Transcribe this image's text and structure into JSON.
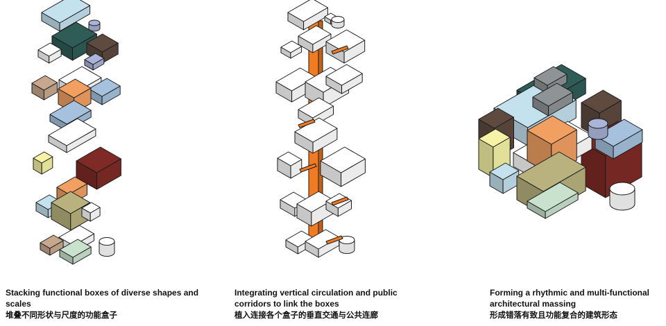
{
  "panels": [
    {
      "caption_en": "Stacking functional boxes of diverse shapes and scales",
      "caption_zh": "堆叠不同形状与尺度的功能盒子"
    },
    {
      "caption_en": "Integrating vertical circulation and public corridors to link the boxes",
      "caption_zh": "植入连接各个盒子的垂直交通与公共连廊"
    },
    {
      "caption_en": "Forming a rhythmic and multi-functional architectural massing",
      "caption_zh": "形成错落有致且功能复合的建筑形态"
    }
  ],
  "colors": {
    "outline": "#1a1a1a",
    "circulation": "#f07b22",
    "teal": "#2f5c57",
    "brown": "#5e4a3f",
    "red": "#7f2a26",
    "orange": "#f1a062",
    "blue": "#a5c1de",
    "lightblue": "#c4e1ee",
    "olive": "#b9b27f",
    "yellow": "#f6f2a6",
    "tan": "#c7a88e",
    "green": "#c8e2cd",
    "lavender": "#aab3d8",
    "grey": "#8e9395",
    "white": "#ffffff"
  }
}
